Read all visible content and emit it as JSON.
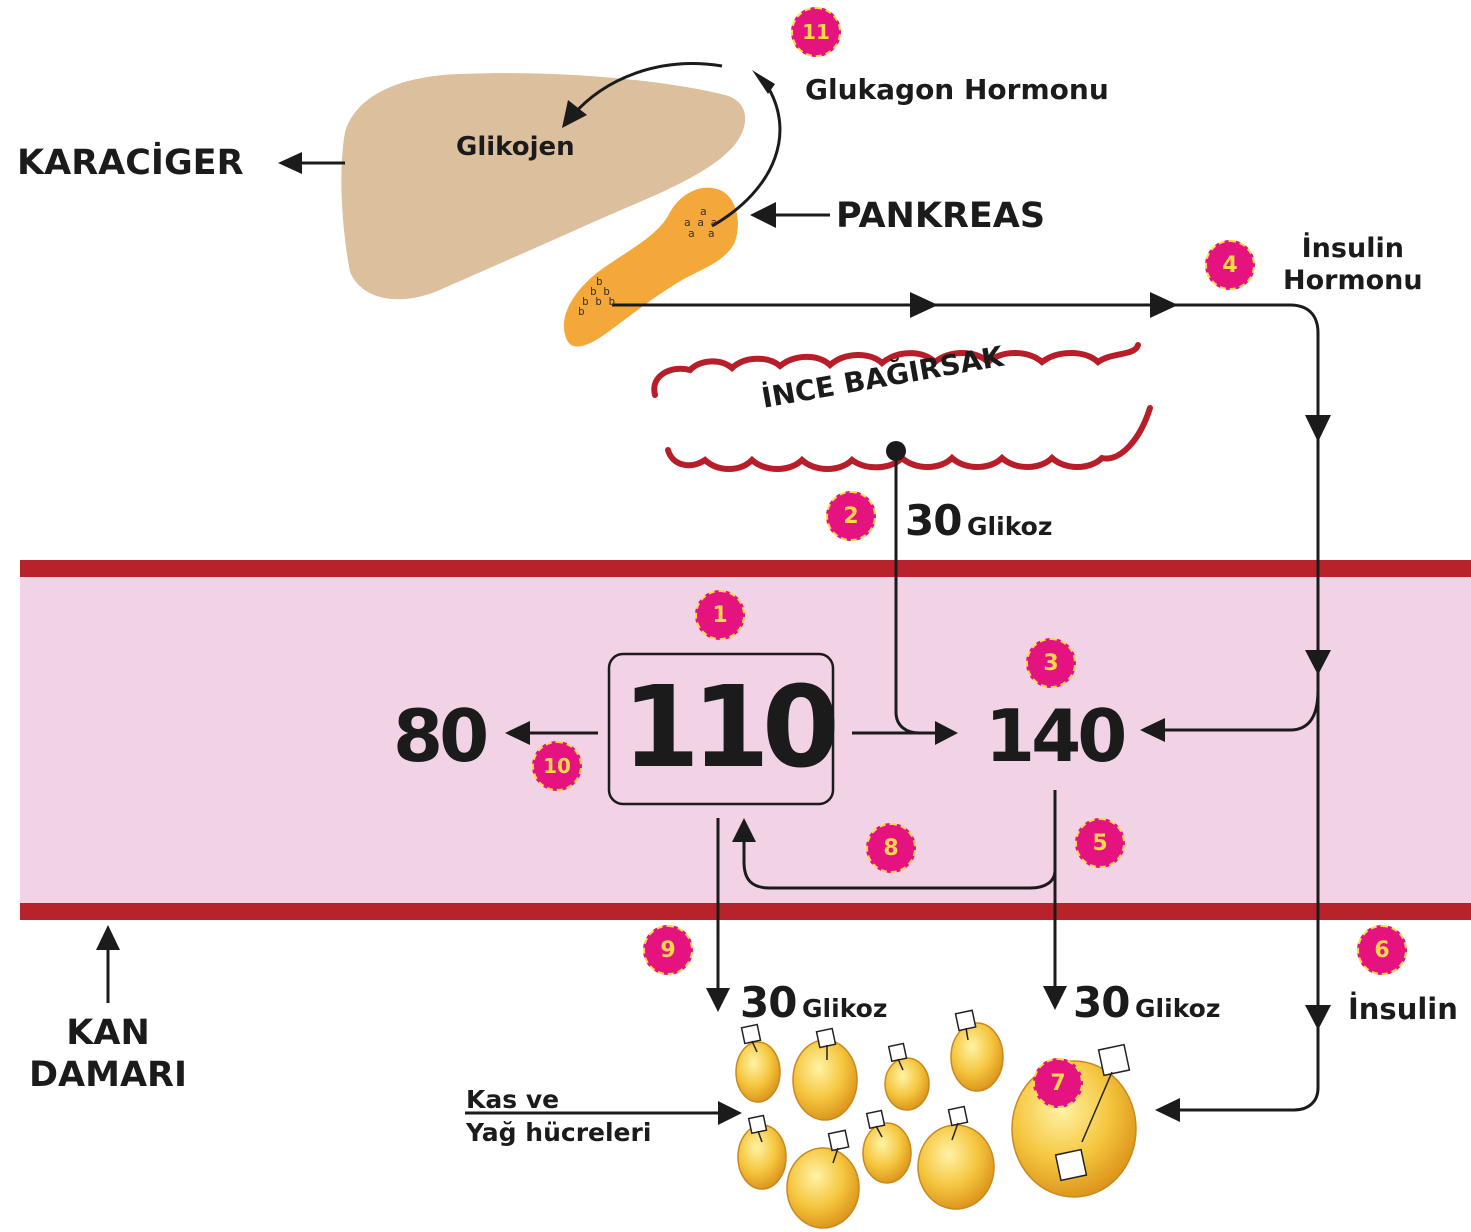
{
  "organs": {
    "liver": "KARACİGER",
    "liver_store": "Glikojen",
    "pancreas": "PANKREAS",
    "intestine": "İNCE BAĞIRSAK",
    "vessel": [
      "KAN",
      "DAMARI"
    ],
    "cells": [
      "Kas ve",
      "Yağ hücreleri"
    ]
  },
  "hormones": {
    "glucagon": "Glukagon Hormonu",
    "insulin_top": [
      "İnsulin",
      "Hormonu"
    ],
    "insulin_bottom": "İnsulin"
  },
  "levels": {
    "start": "110",
    "high": "140",
    "low": "80"
  },
  "glucose": {
    "intestine_amount": "30",
    "to_cells_a_amount": "30",
    "to_cells_b_amount": "30",
    "unit": "Glikoz"
  },
  "cell_letters": {
    "alpha": "a",
    "beta": "b"
  },
  "steps": [
    "1",
    "2",
    "3",
    "4",
    "5",
    "6",
    "7",
    "8",
    "9",
    "10",
    "11"
  ],
  "colors": {
    "vessel_fill": "#f2d3e6",
    "vessel_wall": "#b8232b",
    "liver": "#dcbf9c",
    "pancreas": "#f5a83a",
    "badge": "#e4137f",
    "badge_text": "#ffd84a",
    "intestine_outline": "#b81e2a",
    "cell_fill": "#f2bd3c"
  }
}
